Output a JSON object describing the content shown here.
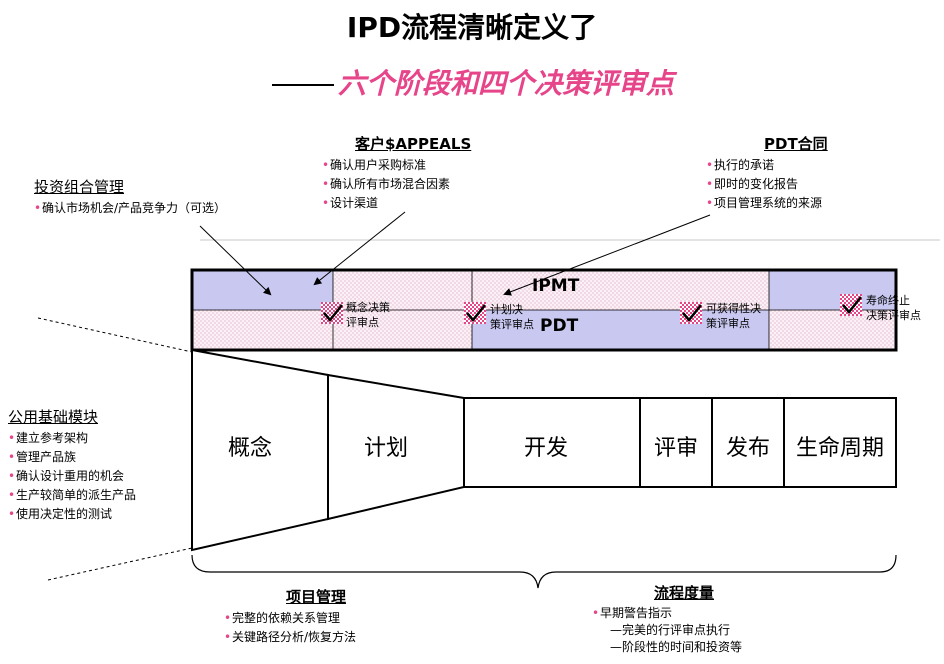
{
  "title": "IPD流程清晰定义了",
  "subtitle": "六个阶段和四个决策评审点",
  "callouts": {
    "portfolio": {
      "heading": "投资组合管理",
      "items": [
        "确认市场机会/产品竞争力（可选）"
      ]
    },
    "customer": {
      "heading": "客户$APPEALS",
      "items": [
        "确认用户采购标准",
        "确认所有市场混合因素",
        "设计渠道"
      ]
    },
    "pdt_contract": {
      "heading": "PDT合同",
      "items": [
        "执行的承诺",
        "即时的变化报告",
        "项目管理系统的来源"
      ]
    },
    "common_modules": {
      "heading": "公用基础模块",
      "items": [
        "建立参考架构",
        "管理产品族",
        "确认设计重用的机会",
        "生产较简单的派生产品",
        "使用决定性的测试"
      ]
    },
    "project_mgmt": {
      "heading": "项目管理",
      "items": [
        "完整的依赖关系管理",
        "关键路径分析/恢复方法"
      ]
    },
    "process_metrics": {
      "heading": "流程度量",
      "items": [
        "早期警告指示"
      ],
      "subitems": [
        "—完美的行评审点执行",
        "—阶段性的时间和投资等"
      ]
    }
  },
  "bands": {
    "ipmt": "IPMT",
    "pdt": "PDT"
  },
  "gates": [
    {
      "line1": "概念决策",
      "line2": "评审点"
    },
    {
      "line1": "计划决",
      "line2": "策评审点"
    },
    {
      "line1": "可获得性决",
      "line2": "策评审点"
    },
    {
      "line1": "寿命终止",
      "line2": "决策评审点"
    }
  ],
  "stages": [
    "概念",
    "计划",
    "开发",
    "评审",
    "发布",
    "生命周期"
  ],
  "colors": {
    "accent": "#e6458a",
    "band_blue": "#c8c8f0",
    "band_pink": "#f6e6ee"
  }
}
